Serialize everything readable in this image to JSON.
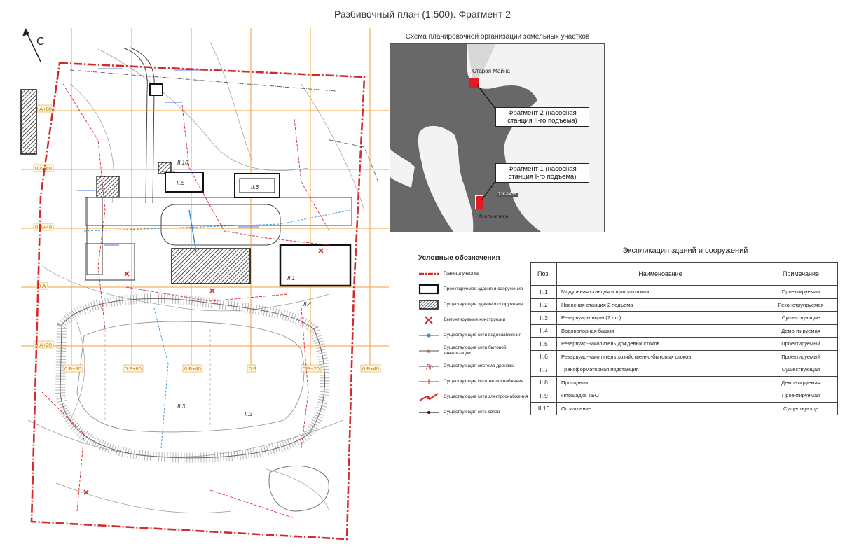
{
  "title": "Разбивочный план (1:500). Фрагмент 2",
  "north_label": "С",
  "plan": {
    "grid_row_labels": [
      "0.А+80",
      "0.А+60",
      "0.А+40",
      "0.А",
      "0.А+20"
    ],
    "grid_col_labels": [
      "0.Б+80",
      "0.Б+60",
      "0.Б+40",
      "0.Б",
      "0.Б+20",
      "0.Б+40"
    ],
    "building_labels": [
      "II.10",
      "II.6",
      "II.5",
      "II.1",
      "II.4",
      "II.3",
      "II.3"
    ]
  },
  "schema": {
    "title": "Схема планировочной организации земельных участков",
    "place_top": "Старая Майна",
    "place_bottom": "Малиновка",
    "road_label": "73К-1438",
    "fragment2": "Фрагмент 2  (насосная станция II-го подъема)",
    "fragment1": "Фрагмент 1  (насосная станция I-го подъема)"
  },
  "legend": {
    "title": "Условные обозначения",
    "items": [
      {
        "icon": "site-boundary",
        "label": "Граница участка"
      },
      {
        "icon": "designed-building",
        "label": "Проектируемое здание и сооружение"
      },
      {
        "icon": "existing-building",
        "label": "Существующие здание и сооружение"
      },
      {
        "icon": "demolished-cross",
        "label": "Демонтируемые конструкции"
      },
      {
        "icon": "water-supply-line",
        "label": "Существующие сети водоснабжения"
      },
      {
        "icon": "sewer-line",
        "label": "Существующие сети бытовой канализации"
      },
      {
        "icon": "drainage-line",
        "label": "Существующая система дренажа"
      },
      {
        "icon": "heat-line",
        "label": "Существующие сети теплоснабжения"
      },
      {
        "icon": "power-line",
        "label": "Существующие сети электроснабжения"
      },
      {
        "icon": "comm-line",
        "label": "Существующая сеть связи"
      }
    ]
  },
  "explication": {
    "title": "Экспликация зданий и сооружений",
    "headers": [
      "Поз.",
      "Наименование",
      "Примечание"
    ],
    "rows": [
      [
        "II.1",
        "Модульная станция водоподготовки",
        "Проектируемая"
      ],
      [
        "II.2",
        "Насосная станция 2 подъема",
        "Реконструируемая"
      ],
      [
        "II.3",
        "Резервуары воды (2 шт.)",
        "Существующие"
      ],
      [
        "II.4",
        "Водонапорная башня",
        "Демонтируемая"
      ],
      [
        "II.5",
        "Резервуар-накопитель дождевых стоков",
        "Проектируемый"
      ],
      [
        "II.6",
        "Резервуар-накопитель хозяйственно-бытовых стоков",
        "Проектируемый"
      ],
      [
        "II.7",
        "Трансформаторная подстанция",
        "Существующая"
      ],
      [
        "II.8",
        "Проходная",
        "Демонтируемая"
      ],
      [
        "II.9",
        "Площадка ТБО",
        "Проектируемая"
      ],
      [
        "II.10",
        "Ограждение",
        "Существующе"
      ]
    ]
  },
  "colors": {
    "boundary": "#d42a2a",
    "grid": "#f0a03c",
    "blue_notes": "#2a3fd4",
    "map_bg": "#686868",
    "fragment_marker": "#e01b24"
  }
}
